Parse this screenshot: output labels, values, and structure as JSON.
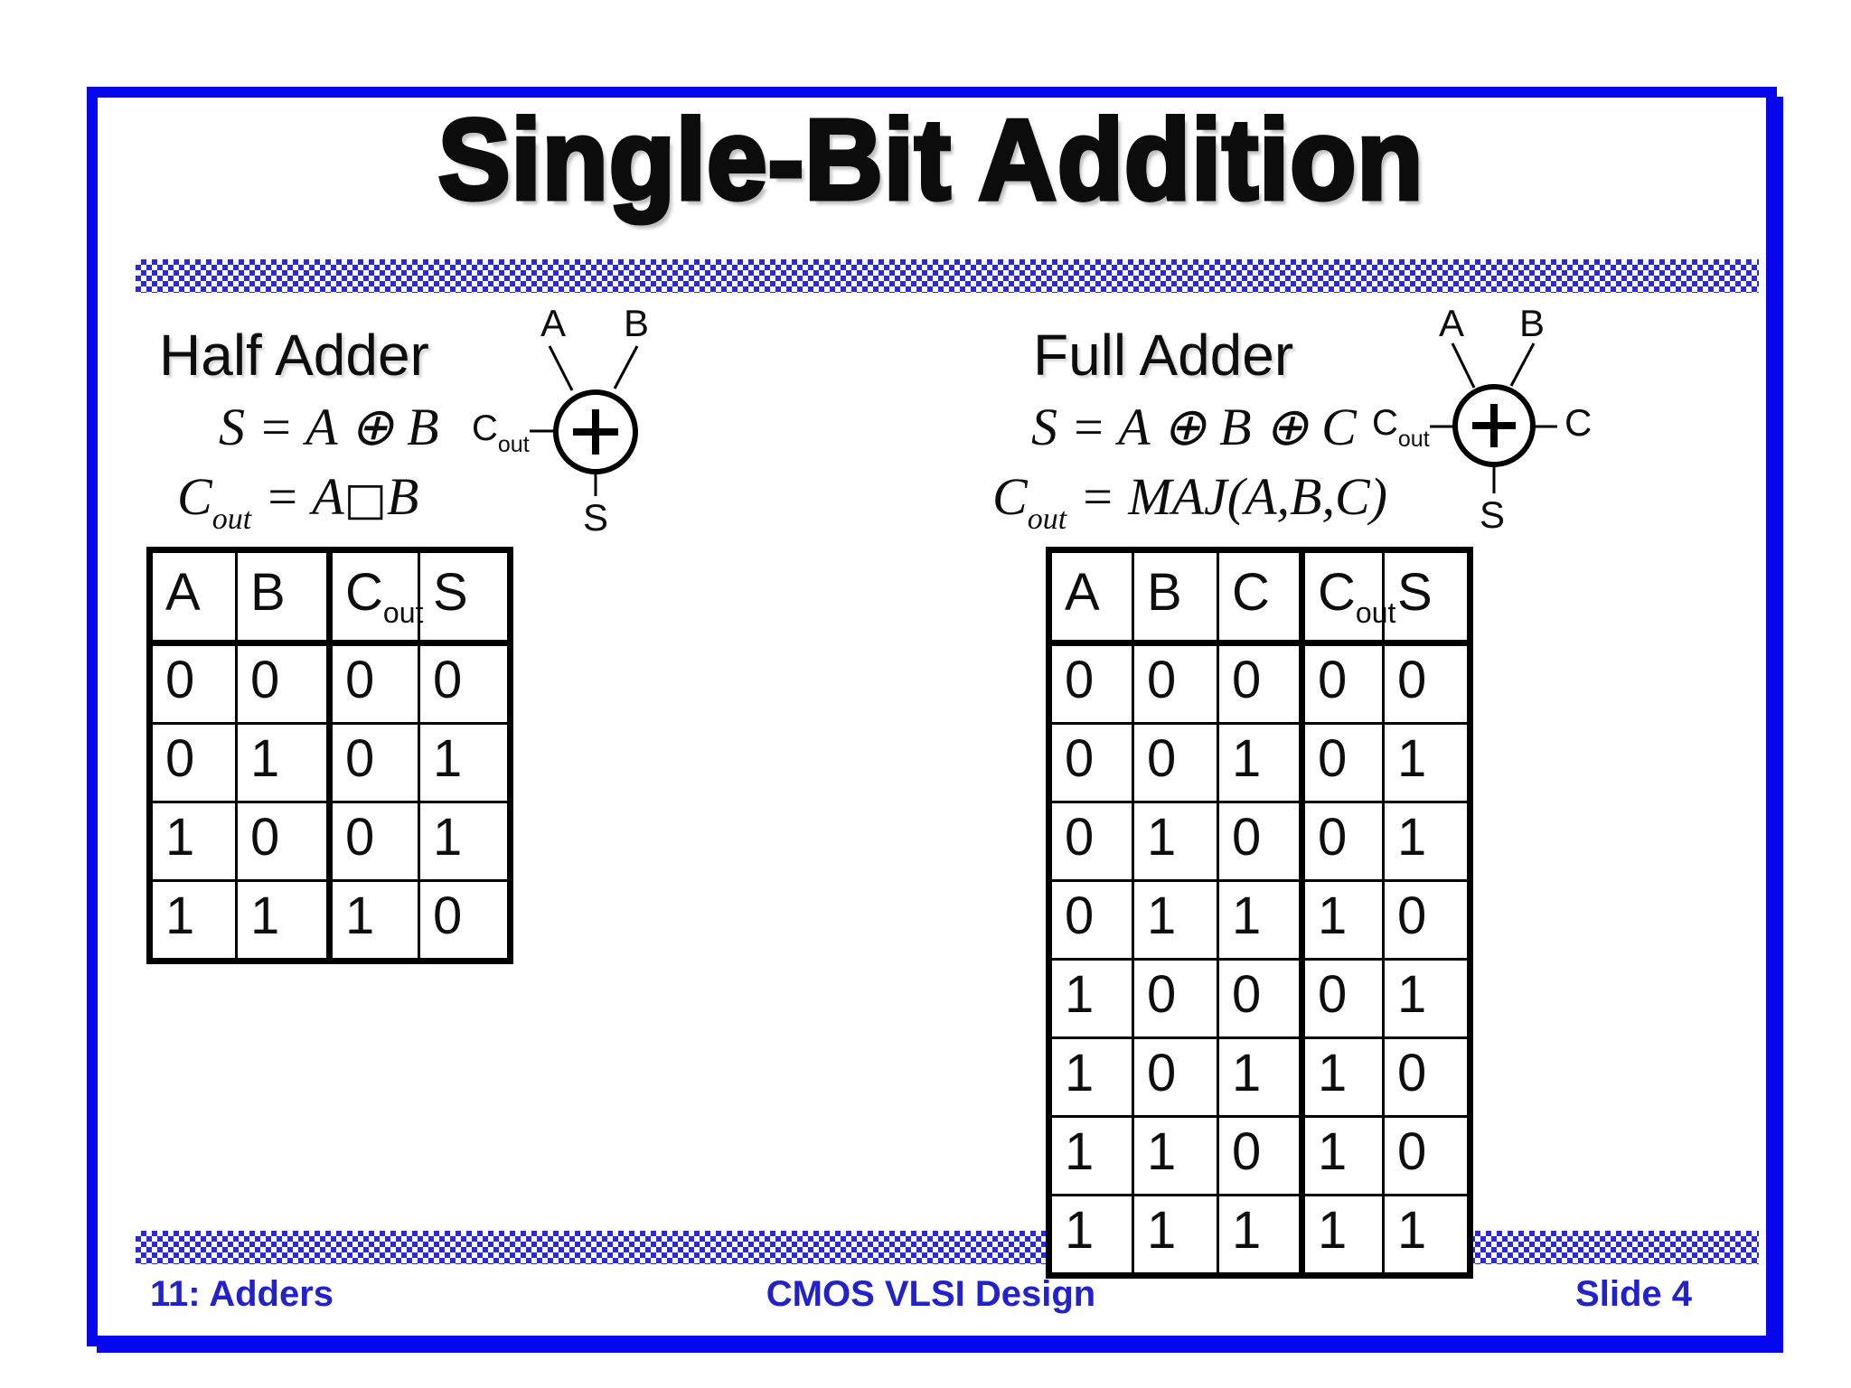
{
  "title": "Single-Bit Addition",
  "colors": {
    "border_blue": "#0707ee",
    "checker_blue": "#2a2ad8",
    "footer_blue": "#2222cc",
    "text_black": "#0d0d0d"
  },
  "half_adder": {
    "heading": "Half Adder",
    "eq_sum": "S = A ⊕ B",
    "eq_cout": {
      "base": "C",
      "sub": "out",
      "mid": " = A",
      "box": "□",
      "tail": "B"
    },
    "symbol": {
      "a": "A",
      "b": "B",
      "cout_base": "C",
      "cout_sub": "out",
      "s": "S"
    },
    "table": {
      "headers": [
        {
          "base": "A"
        },
        {
          "base": "B"
        },
        {
          "base": "C",
          "sub": "out"
        },
        {
          "base": "S"
        }
      ],
      "rows": [
        [
          "0",
          "0",
          "0",
          "0"
        ],
        [
          "0",
          "1",
          "0",
          "1"
        ],
        [
          "1",
          "0",
          "0",
          "1"
        ],
        [
          "1",
          "1",
          "1",
          "0"
        ]
      ]
    }
  },
  "full_adder": {
    "heading": "Full Adder",
    "eq_sum": "S = A ⊕ B ⊕ C",
    "eq_cout": {
      "base": "C",
      "sub": "out",
      "tail": " = MAJ(A,B,C)"
    },
    "symbol": {
      "a": "A",
      "b": "B",
      "c": "C",
      "cout_base": "C",
      "cout_sub": "out",
      "s": "S"
    },
    "table": {
      "headers": [
        {
          "base": "A"
        },
        {
          "base": "B"
        },
        {
          "base": "C"
        },
        {
          "base": "C",
          "sub": "out"
        },
        {
          "base": "S"
        }
      ],
      "rows": [
        [
          "0",
          "0",
          "0",
          "0",
          "0"
        ],
        [
          "0",
          "0",
          "1",
          "0",
          "1"
        ],
        [
          "0",
          "1",
          "0",
          "0",
          "1"
        ],
        [
          "0",
          "1",
          "1",
          "1",
          "0"
        ],
        [
          "1",
          "0",
          "0",
          "0",
          "1"
        ],
        [
          "1",
          "0",
          "1",
          "1",
          "0"
        ],
        [
          "1",
          "1",
          "0",
          "1",
          "0"
        ],
        [
          "1",
          "1",
          "1",
          "1",
          "1"
        ]
      ]
    }
  },
  "footer": {
    "left": "11: Adders",
    "center": "CMOS VLSI Design",
    "right": "Slide 4"
  }
}
